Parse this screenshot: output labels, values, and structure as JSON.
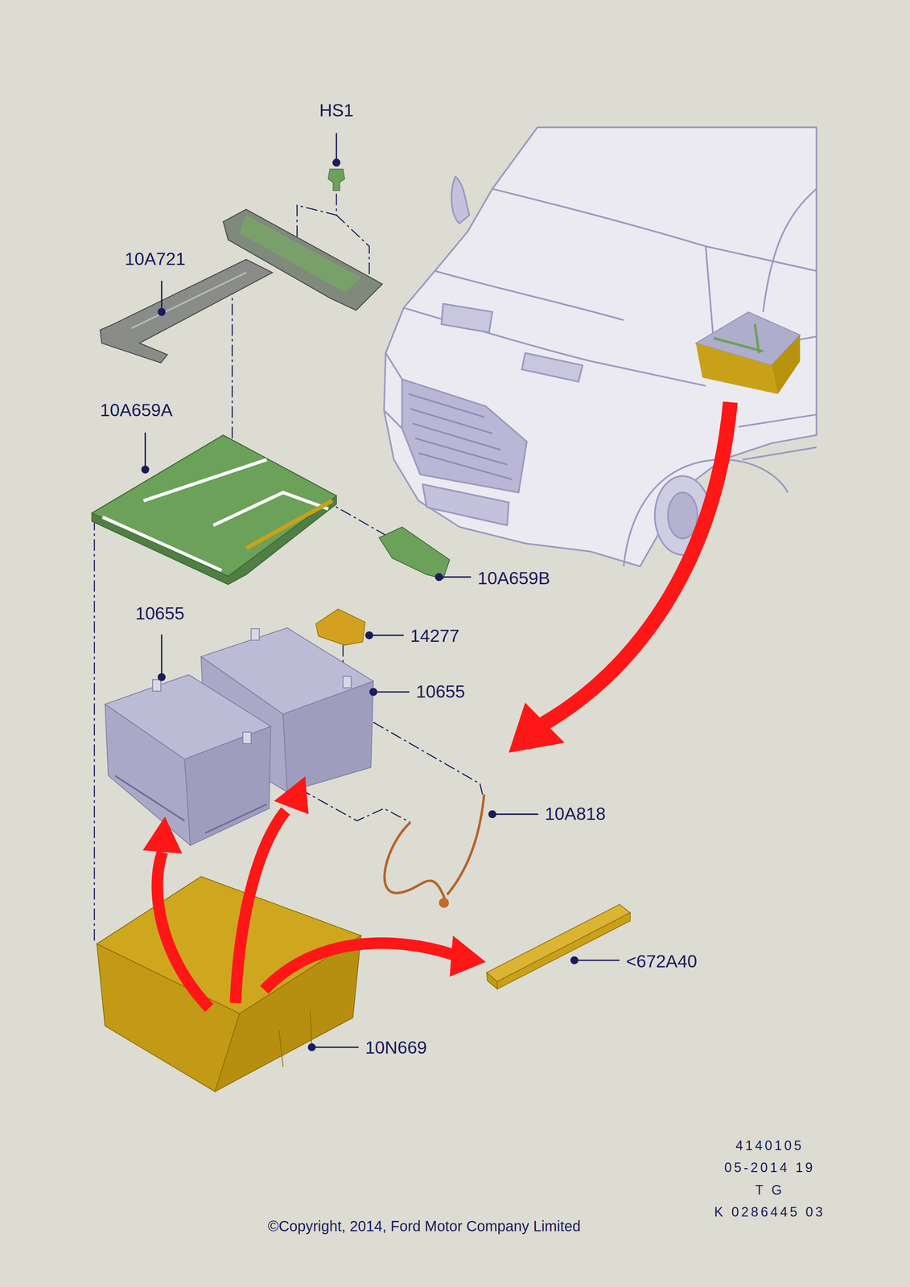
{
  "diagram": {
    "labels": [
      "HS1",
      "10A721",
      "10A659A",
      "10A659B",
      "10655",
      "14277",
      "10655",
      "10A818",
      "<672A40",
      "10N669",
      "4140105",
      "05-2014 19",
      "T G",
      "K 0286445 03",
      "©Copyright, 2014, Ford Motor Company Limited"
    ]
  }
}
